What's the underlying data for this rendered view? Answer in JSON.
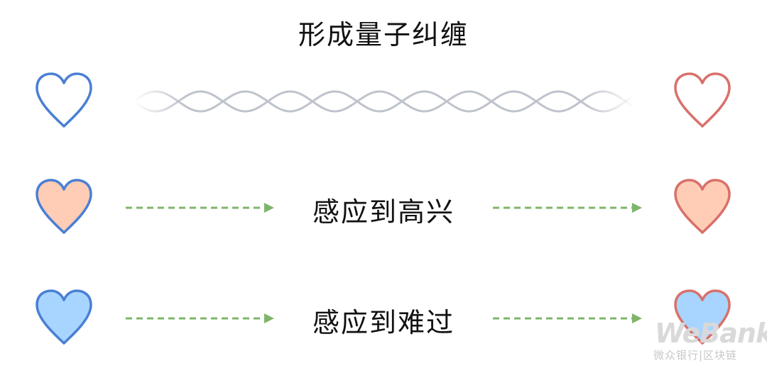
{
  "title": "形成量子纠缠",
  "rows": [
    {
      "label": "",
      "left_heart": {
        "stroke": "#4A7FD4",
        "fill": "#FFFFFF"
      },
      "right_heart": {
        "stroke": "#D9706A",
        "fill": "#FFFFFF"
      },
      "connector": "entangled-wave"
    },
    {
      "label": "感应到高兴",
      "left_heart": {
        "stroke": "#4A7FD4",
        "fill": "#FFCDB5"
      },
      "right_heart": {
        "stroke": "#D9706A",
        "fill": "#FFCDB5"
      },
      "connector": "dashed-arrows"
    },
    {
      "label": "感应到难过",
      "left_heart": {
        "stroke": "#4A7FD4",
        "fill": "#A8D5FF"
      },
      "right_heart": {
        "stroke": "#D9706A",
        "fill": "#A8D5FF"
      },
      "connector": "dashed-arrows"
    }
  ],
  "colors": {
    "wave": "#BFC3CC",
    "arrow": "#7FB56A",
    "text": "#111111"
  },
  "watermark": {
    "brand": "WeBank",
    "subtitle": "微众银行|区块链"
  }
}
